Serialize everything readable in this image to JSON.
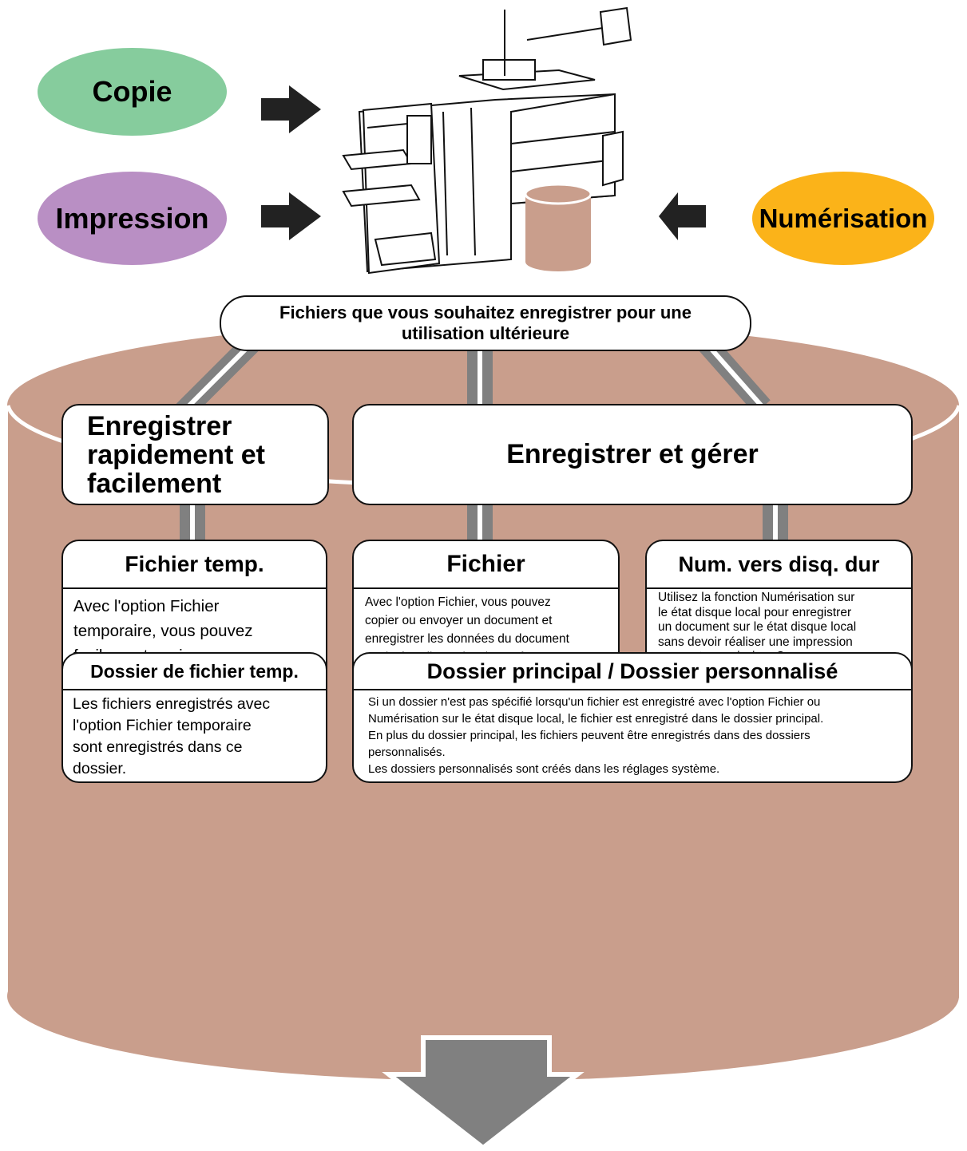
{
  "sources": {
    "copie": "Copie",
    "impression": "Impression",
    "numerisation": "Numérisation"
  },
  "colors": {
    "copie": "#86cc9d",
    "impression": "#b98fc4",
    "numerisation": "#fbb319",
    "cylinder": "#c99e8c",
    "connector": "#808080"
  },
  "banner": "Fichiers que vous souhaitez enregistrer pour une\nutilisation ultérieure",
  "groups": {
    "quick": "Enregistrer\nrapidement et\nfacilement",
    "manage": "Enregistrer et gérer"
  },
  "functions": {
    "temp": {
      "title": "Fichier temp.",
      "text": "Avec l'option Fichier\ntemporaire, vous pouvez\nfacilement copier ou envoyer\nun document et enregistrer\nles données du document sur\nle état disque local en même\ntemps."
    },
    "file": {
      "title": "Fichier",
      "text": "Avec l'option Fichier, vous pouvez\ncopier ou envoyer un document et\nenregistrer les données du document\nsur le état disque local en même\ntemps. Lorsque l'option Fichier est\nutilisée, un nom d'utilisateur et un\nnom de fichier peuvent être ajoutés\nau fichier enregistré. Vous pouvez\négalement sélectionner le dossier\ndans lequel le fichier est enregistré,\npour une gestion de fichier facile."
    },
    "scan": {
      "title": "Num. vers disq. dur",
      "text": "Utilisez la fonction Numérisation sur\nle état disque local pour enregistrer\nun document sur le état disque local\nsans devoir réaliser une impression\nou une transmission. Comme pour\nl'option Fichier, un nom d'utilisateur,\nun nom de fichier et un dossier\npeuvent être spécifiés.\nVous pouvez également télécharger\nun fichier enregistré par\nNumérisation sur le état disque local\ndepuis la page Web."
    }
  },
  "folders": {
    "temp": {
      "title": "Dossier de fichier temp.",
      "text": "Les fichiers enregistrés avec\nl'option Fichier temporaire\nsont enregistrés dans ce\ndossier."
    },
    "main": {
      "title": "Dossier principal / Dossier personnalisé",
      "text": "Si un dossier n'est pas spécifié lorsqu'un fichier est enregistré avec l'option Fichier ou\nNumérisation sur le état disque local, le fichier est enregistré dans le dossier principal.\nEn plus du dossier principal, les fichiers peuvent être enregistrés dans des dossiers\npersonnalisés.\nLes dossiers personnalisés sont créés dans les réglages système."
    }
  }
}
